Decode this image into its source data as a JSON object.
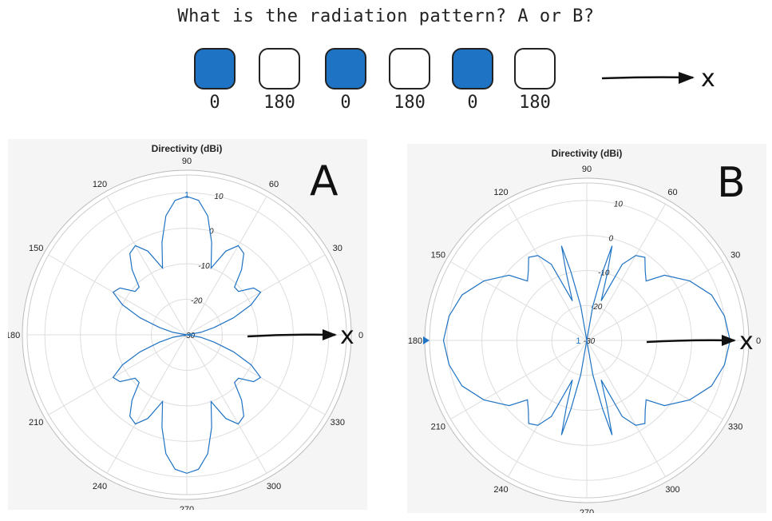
{
  "question": "What is the radiation pattern? A or B?",
  "array": {
    "elements": [
      {
        "phase": "0",
        "color": "#1f73c4"
      },
      {
        "phase": "180",
        "color": "#ffffff"
      },
      {
        "phase": "0",
        "color": "#1f73c4"
      },
      {
        "phase": "180",
        "color": "#ffffff"
      },
      {
        "phase": "0",
        "color": "#1f73c4"
      },
      {
        "phase": "180",
        "color": "#ffffff"
      }
    ],
    "axis_label": "x"
  },
  "chart_data": [
    {
      "type": "polar-line",
      "panel_label": "A",
      "title": "Directivity (dBi)",
      "angle_ticks": [
        "0",
        "30",
        "60",
        "90",
        "120",
        "150",
        "180",
        "210",
        "240",
        "270",
        "300",
        "330"
      ],
      "radial_ticks": [
        "-30",
        "-20",
        "-10",
        "0",
        "10"
      ],
      "r_range": [
        -30,
        15
      ],
      "series_color": "#1f73c4",
      "marker_label": "1",
      "axis_label": "x",
      "points": [
        [
          0,
          -30
        ],
        [
          10,
          -26
        ],
        [
          15,
          -22
        ],
        [
          20,
          -16
        ],
        [
          25,
          -10
        ],
        [
          30,
          -6
        ],
        [
          35,
          -7
        ],
        [
          40,
          -11
        ],
        [
          45,
          -11
        ],
        [
          50,
          -6
        ],
        [
          55,
          -2
        ],
        [
          60,
          -1
        ],
        [
          65,
          -4
        ],
        [
          70,
          -10
        ],
        [
          75,
          -3
        ],
        [
          80,
          4
        ],
        [
          85,
          8
        ],
        [
          90,
          9
        ],
        [
          95,
          8
        ],
        [
          100,
          4
        ],
        [
          105,
          -3
        ],
        [
          110,
          -10
        ],
        [
          115,
          -4
        ],
        [
          120,
          -1
        ],
        [
          125,
          -2
        ],
        [
          130,
          -6
        ],
        [
          135,
          -11
        ],
        [
          140,
          -11
        ],
        [
          145,
          -7
        ],
        [
          150,
          -6
        ],
        [
          155,
          -10
        ],
        [
          160,
          -16
        ],
        [
          165,
          -22
        ],
        [
          170,
          -26
        ],
        [
          180,
          -30
        ],
        [
          190,
          -26
        ],
        [
          195,
          -22
        ],
        [
          200,
          -16
        ],
        [
          205,
          -10
        ],
        [
          210,
          -6
        ],
        [
          215,
          -7
        ],
        [
          220,
          -11
        ],
        [
          225,
          -11
        ],
        [
          230,
          -6
        ],
        [
          235,
          -2
        ],
        [
          240,
          -1
        ],
        [
          245,
          -4
        ],
        [
          250,
          -10
        ],
        [
          255,
          -3
        ],
        [
          260,
          4
        ],
        [
          265,
          8
        ],
        [
          270,
          9
        ],
        [
          275,
          8
        ],
        [
          280,
          4
        ],
        [
          285,
          -3
        ],
        [
          290,
          -10
        ],
        [
          295,
          -4
        ],
        [
          300,
          -1
        ],
        [
          305,
          -2
        ],
        [
          310,
          -6
        ],
        [
          315,
          -11
        ],
        [
          320,
          -11
        ],
        [
          325,
          -7
        ],
        [
          330,
          -6
        ],
        [
          335,
          -10
        ],
        [
          340,
          -16
        ],
        [
          345,
          -22
        ],
        [
          350,
          -26
        ],
        [
          360,
          -30
        ]
      ]
    },
    {
      "type": "polar-line",
      "panel_label": "B",
      "title": "Directivity (dBi)",
      "angle_ticks": [
        "0",
        "30",
        "60",
        "90",
        "120",
        "150",
        "180",
        "210",
        "240",
        "270",
        "300",
        "330"
      ],
      "radial_ticks": [
        "-30",
        "-20",
        "-10",
        "0",
        "10"
      ],
      "r_range": [
        -30,
        15
      ],
      "series_color": "#1f73c4",
      "marker_label": "1",
      "axis_label": "x",
      "points": [
        [
          0,
          11
        ],
        [
          10,
          10
        ],
        [
          20,
          8
        ],
        [
          30,
          4
        ],
        [
          40,
          -1
        ],
        [
          45,
          -6
        ],
        [
          50,
          -4
        ],
        [
          55,
          -1
        ],
        [
          60,
          -2
        ],
        [
          65,
          -6
        ],
        [
          70,
          -18
        ],
        [
          73,
          -10
        ],
        [
          75,
          -2
        ],
        [
          77,
          -10
        ],
        [
          80,
          -20
        ],
        [
          90,
          -30
        ],
        [
          100,
          -20
        ],
        [
          103,
          -10
        ],
        [
          105,
          -2
        ],
        [
          107,
          -10
        ],
        [
          110,
          -18
        ],
        [
          115,
          -6
        ],
        [
          120,
          -2
        ],
        [
          125,
          -1
        ],
        [
          130,
          -4
        ],
        [
          135,
          -6
        ],
        [
          140,
          -1
        ],
        [
          150,
          4
        ],
        [
          160,
          8
        ],
        [
          170,
          10
        ],
        [
          180,
          11
        ],
        [
          190,
          10
        ],
        [
          200,
          8
        ],
        [
          210,
          4
        ],
        [
          220,
          -1
        ],
        [
          225,
          -6
        ],
        [
          230,
          -4
        ],
        [
          235,
          -1
        ],
        [
          240,
          -2
        ],
        [
          245,
          -6
        ],
        [
          250,
          -18
        ],
        [
          253,
          -10
        ],
        [
          255,
          -2
        ],
        [
          257,
          -10
        ],
        [
          260,
          -20
        ],
        [
          270,
          -30
        ],
        [
          280,
          -20
        ],
        [
          283,
          -10
        ],
        [
          285,
          -2
        ],
        [
          287,
          -10
        ],
        [
          290,
          -18
        ],
        [
          295,
          -6
        ],
        [
          300,
          -2
        ],
        [
          305,
          -1
        ],
        [
          310,
          -4
        ],
        [
          315,
          -6
        ],
        [
          320,
          -1
        ],
        [
          330,
          4
        ],
        [
          340,
          8
        ],
        [
          350,
          10
        ],
        [
          360,
          11
        ]
      ]
    }
  ]
}
